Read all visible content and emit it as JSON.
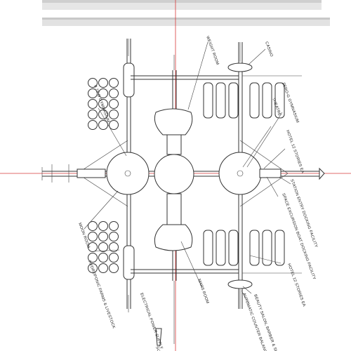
{
  "labels": {
    "weight_room": "WEIGHT ROOM",
    "casino": "CASINO",
    "zero_g_gymnasium": "ZERO-G GYMNASIUM",
    "theatre": "THEATRE",
    "hotel_12_stories_ea_top": "HOTEL 12 STORIES EA",
    "half_g_gymnasium": "0.75 G GYMNASIUM",
    "moon_room": "MOON ROOM",
    "hydroponic_farms": "HYDROPONIC FARMS & LIVESTOCK",
    "electrical_power_supply": "ELECTRICAL POWER SUPPLY",
    "mars_room": "MARS ROOM",
    "station_entry": "STATION ENTRY DOCKING FACILITY",
    "space_excursion": "SPACE EXCURSION BOAT DOCKING FACILITY",
    "hotel_12_stories_ea_bottom": "HOTEL 12 STORIES EA",
    "beauty_salon": "BEAUTY SALON, BARBER & SHOPS",
    "counter_balance": "AUTOMATIC COUNTER BALANCE SYST",
    "edge_fragment": "SU"
  },
  "colors": {
    "line": "#333333",
    "guide": "#d83a3a",
    "paper": "#ffffff",
    "scan_band": "#b8b8b8"
  }
}
